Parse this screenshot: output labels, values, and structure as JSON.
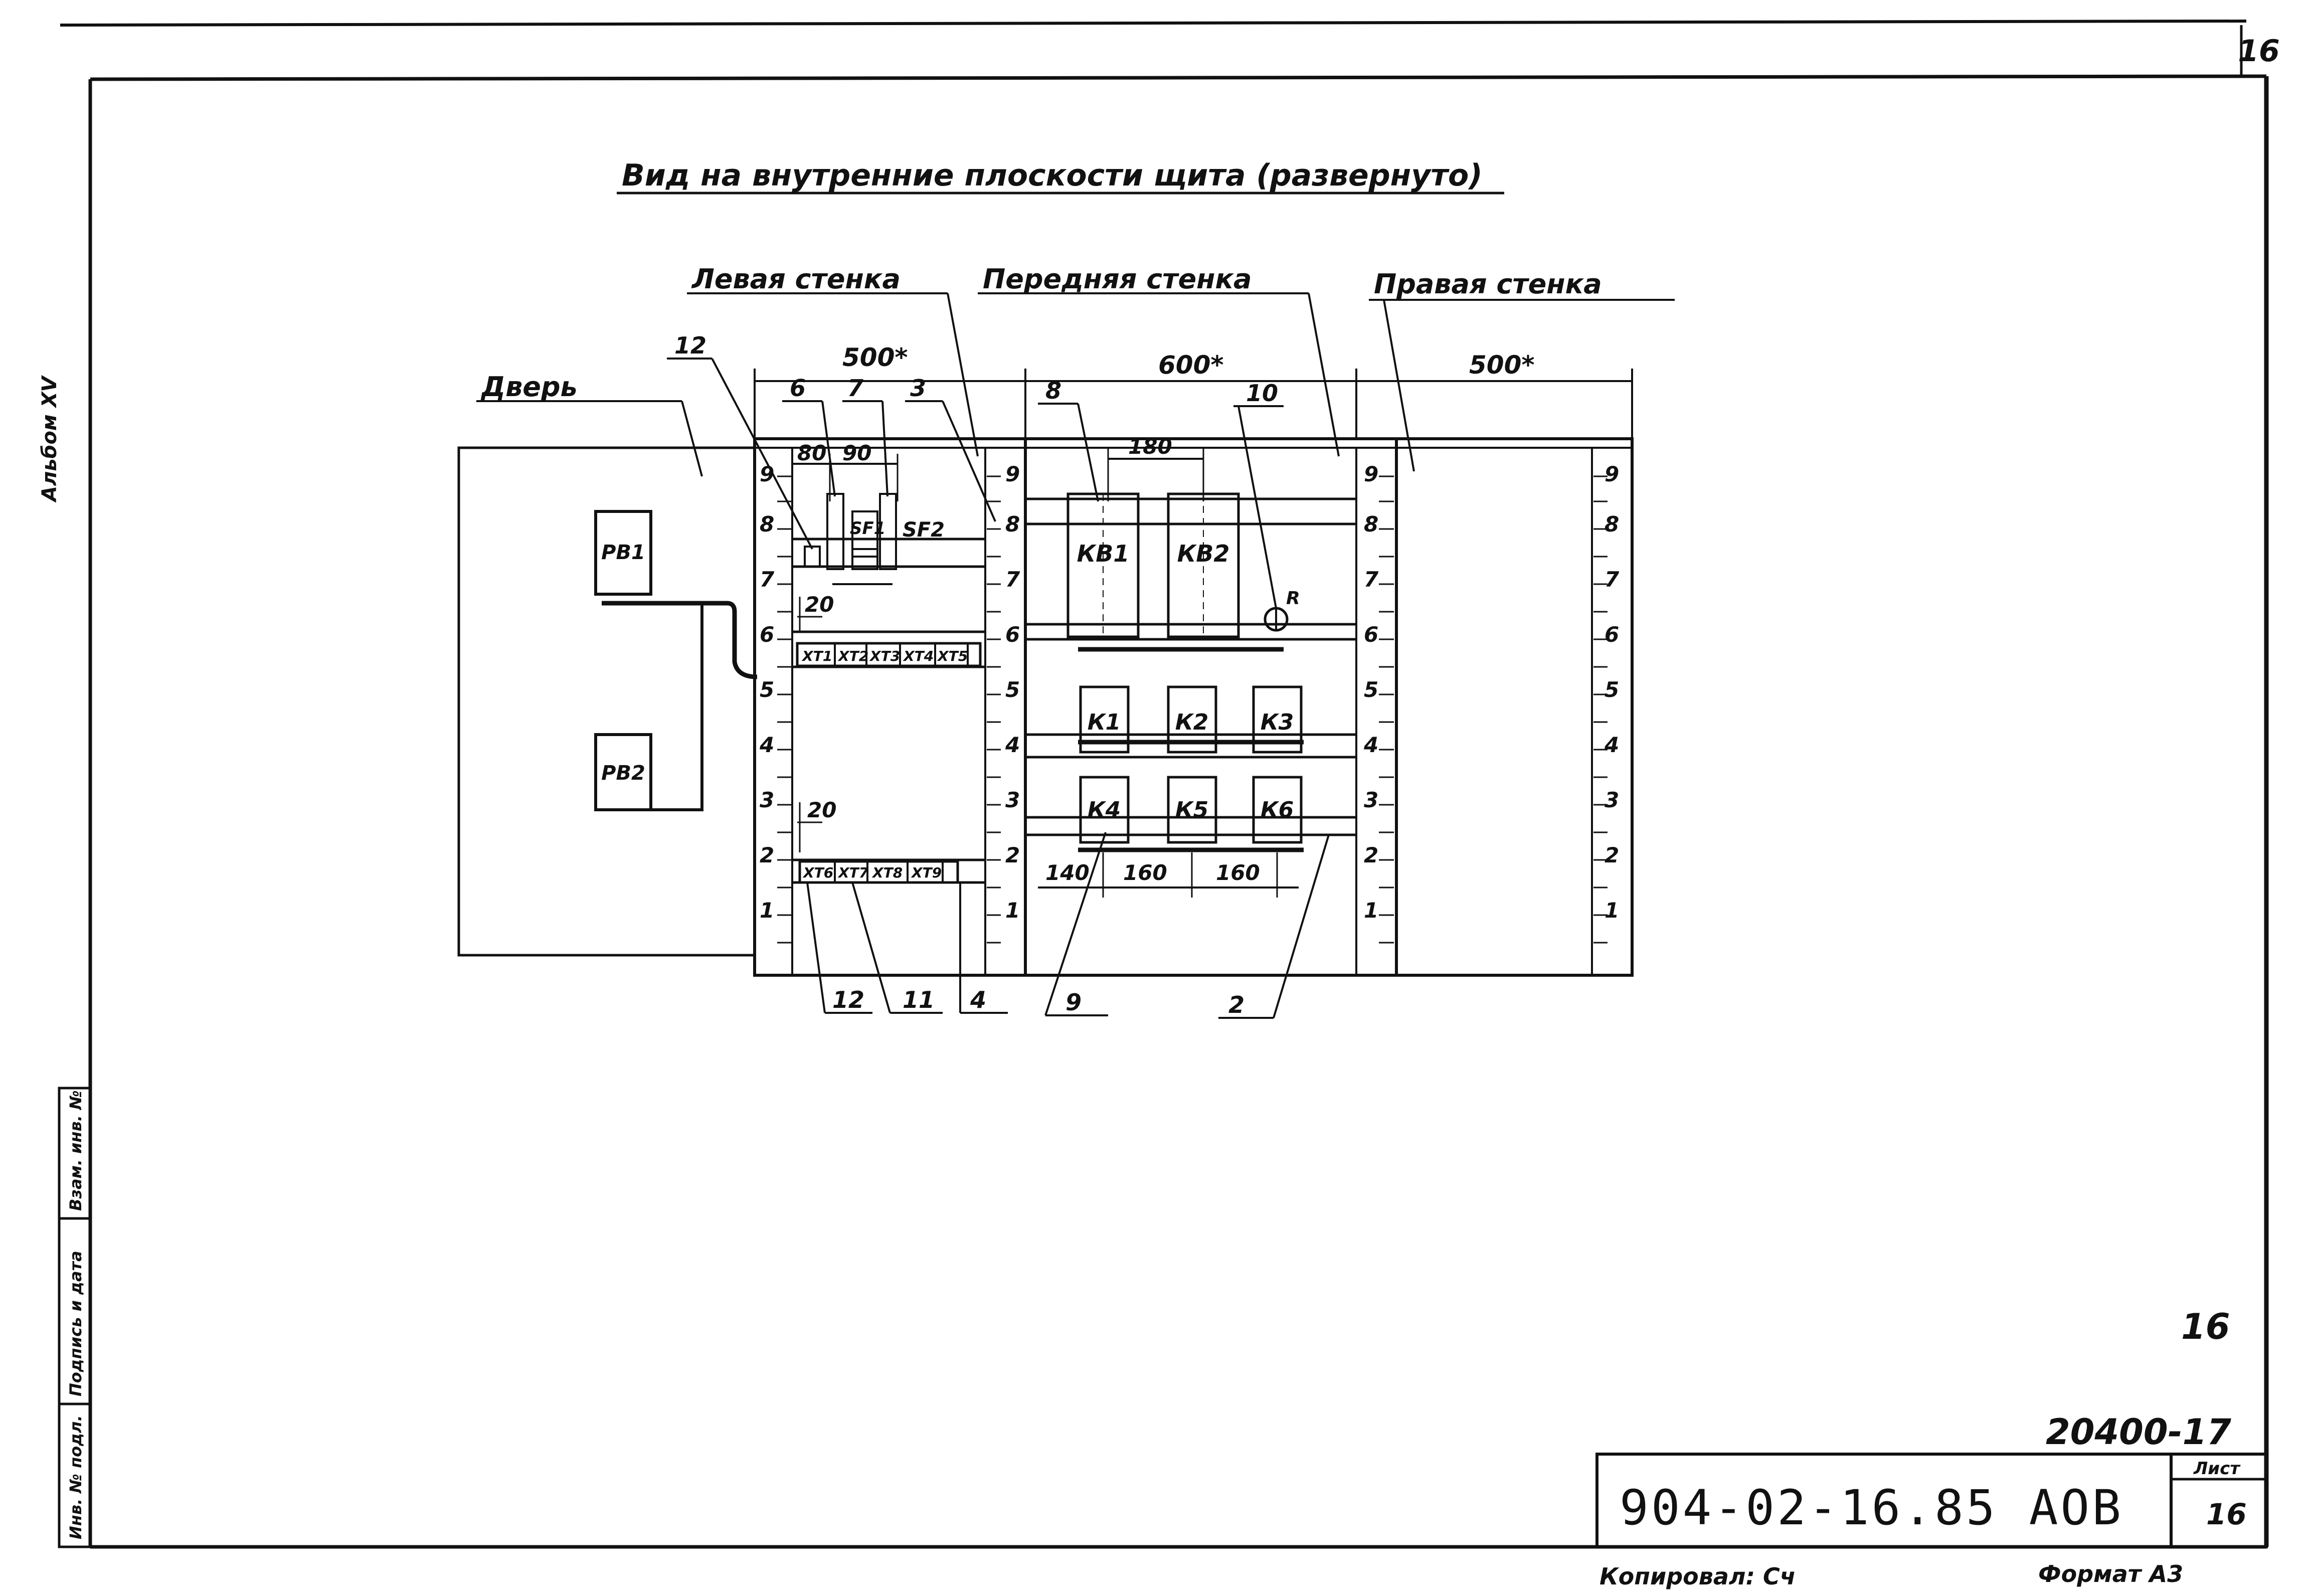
{
  "sheet": {
    "page_number": "16",
    "title": "Вид на внутренние плоскости щита (развернуто)",
    "album_label": "Альбом XV",
    "copied_by": "Копировал: Сч",
    "format": "Формат А3",
    "side_stamp": [
      "Инв. № подл.",
      "Подпись и дата",
      "Взам. инв. №"
    ]
  },
  "diagram": {
    "walls": {
      "door": "Дверь",
      "left": "Левая стенка",
      "front": "Передняя стенка",
      "right": "Правая стенка"
    },
    "overall_dims": [
      "500*",
      "600*",
      "500*"
    ],
    "dims": {
      "d80": "80",
      "d90": "90",
      "d180": "180",
      "d20a": "20",
      "d20b": "20",
      "d140": "140",
      "d160a": "160",
      "d160b": "160"
    },
    "door_devices": [
      "РВ1",
      "РВ2"
    ],
    "left_devices": [
      "SF1",
      "SF2"
    ],
    "terminals_top": [
      "ХТ1",
      "ХТ2",
      "ХТ3",
      "ХТ4",
      "ХТ5"
    ],
    "terminals_bottom": [
      "ХТ6",
      "ХТ7",
      "ХТ8",
      "ХТ9"
    ],
    "front_devices": [
      "КВ1",
      "КВ2",
      "К1",
      "К2",
      "К3",
      "К4",
      "К5",
      "К6",
      "R"
    ],
    "scale_marks": [
      "1",
      "2",
      "3",
      "4",
      "5",
      "6",
      "7",
      "8",
      "9"
    ],
    "leaders_top": [
      "12",
      "6",
      "7",
      "3",
      "8",
      "10"
    ],
    "leaders_bottom": [
      "12",
      "11",
      "4",
      "9",
      "2"
    ]
  },
  "title_block": {
    "doc_number": "904-02-16.85 АОВ",
    "sheet_label": "Лист",
    "sheet_number": "16",
    "corner_number": "16",
    "archive_number": "20400-17"
  }
}
